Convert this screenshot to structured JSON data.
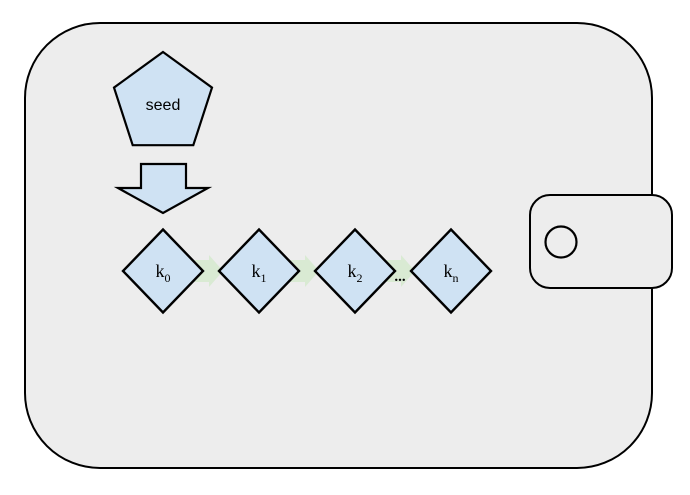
{
  "diagram": {
    "seed_label": "seed",
    "keys": [
      {
        "base": "k",
        "sub": "0"
      },
      {
        "base": "k",
        "sub": "1"
      },
      {
        "base": "k",
        "sub": "2"
      },
      {
        "base": "k",
        "sub": "n"
      }
    ],
    "ellipsis": "..."
  },
  "colors": {
    "background": "#ffffff",
    "wallet_fill": "#ededed",
    "shape_blue": "#cfe2f3",
    "arrow_green": "#d9ead3",
    "outline": "#000000"
  }
}
